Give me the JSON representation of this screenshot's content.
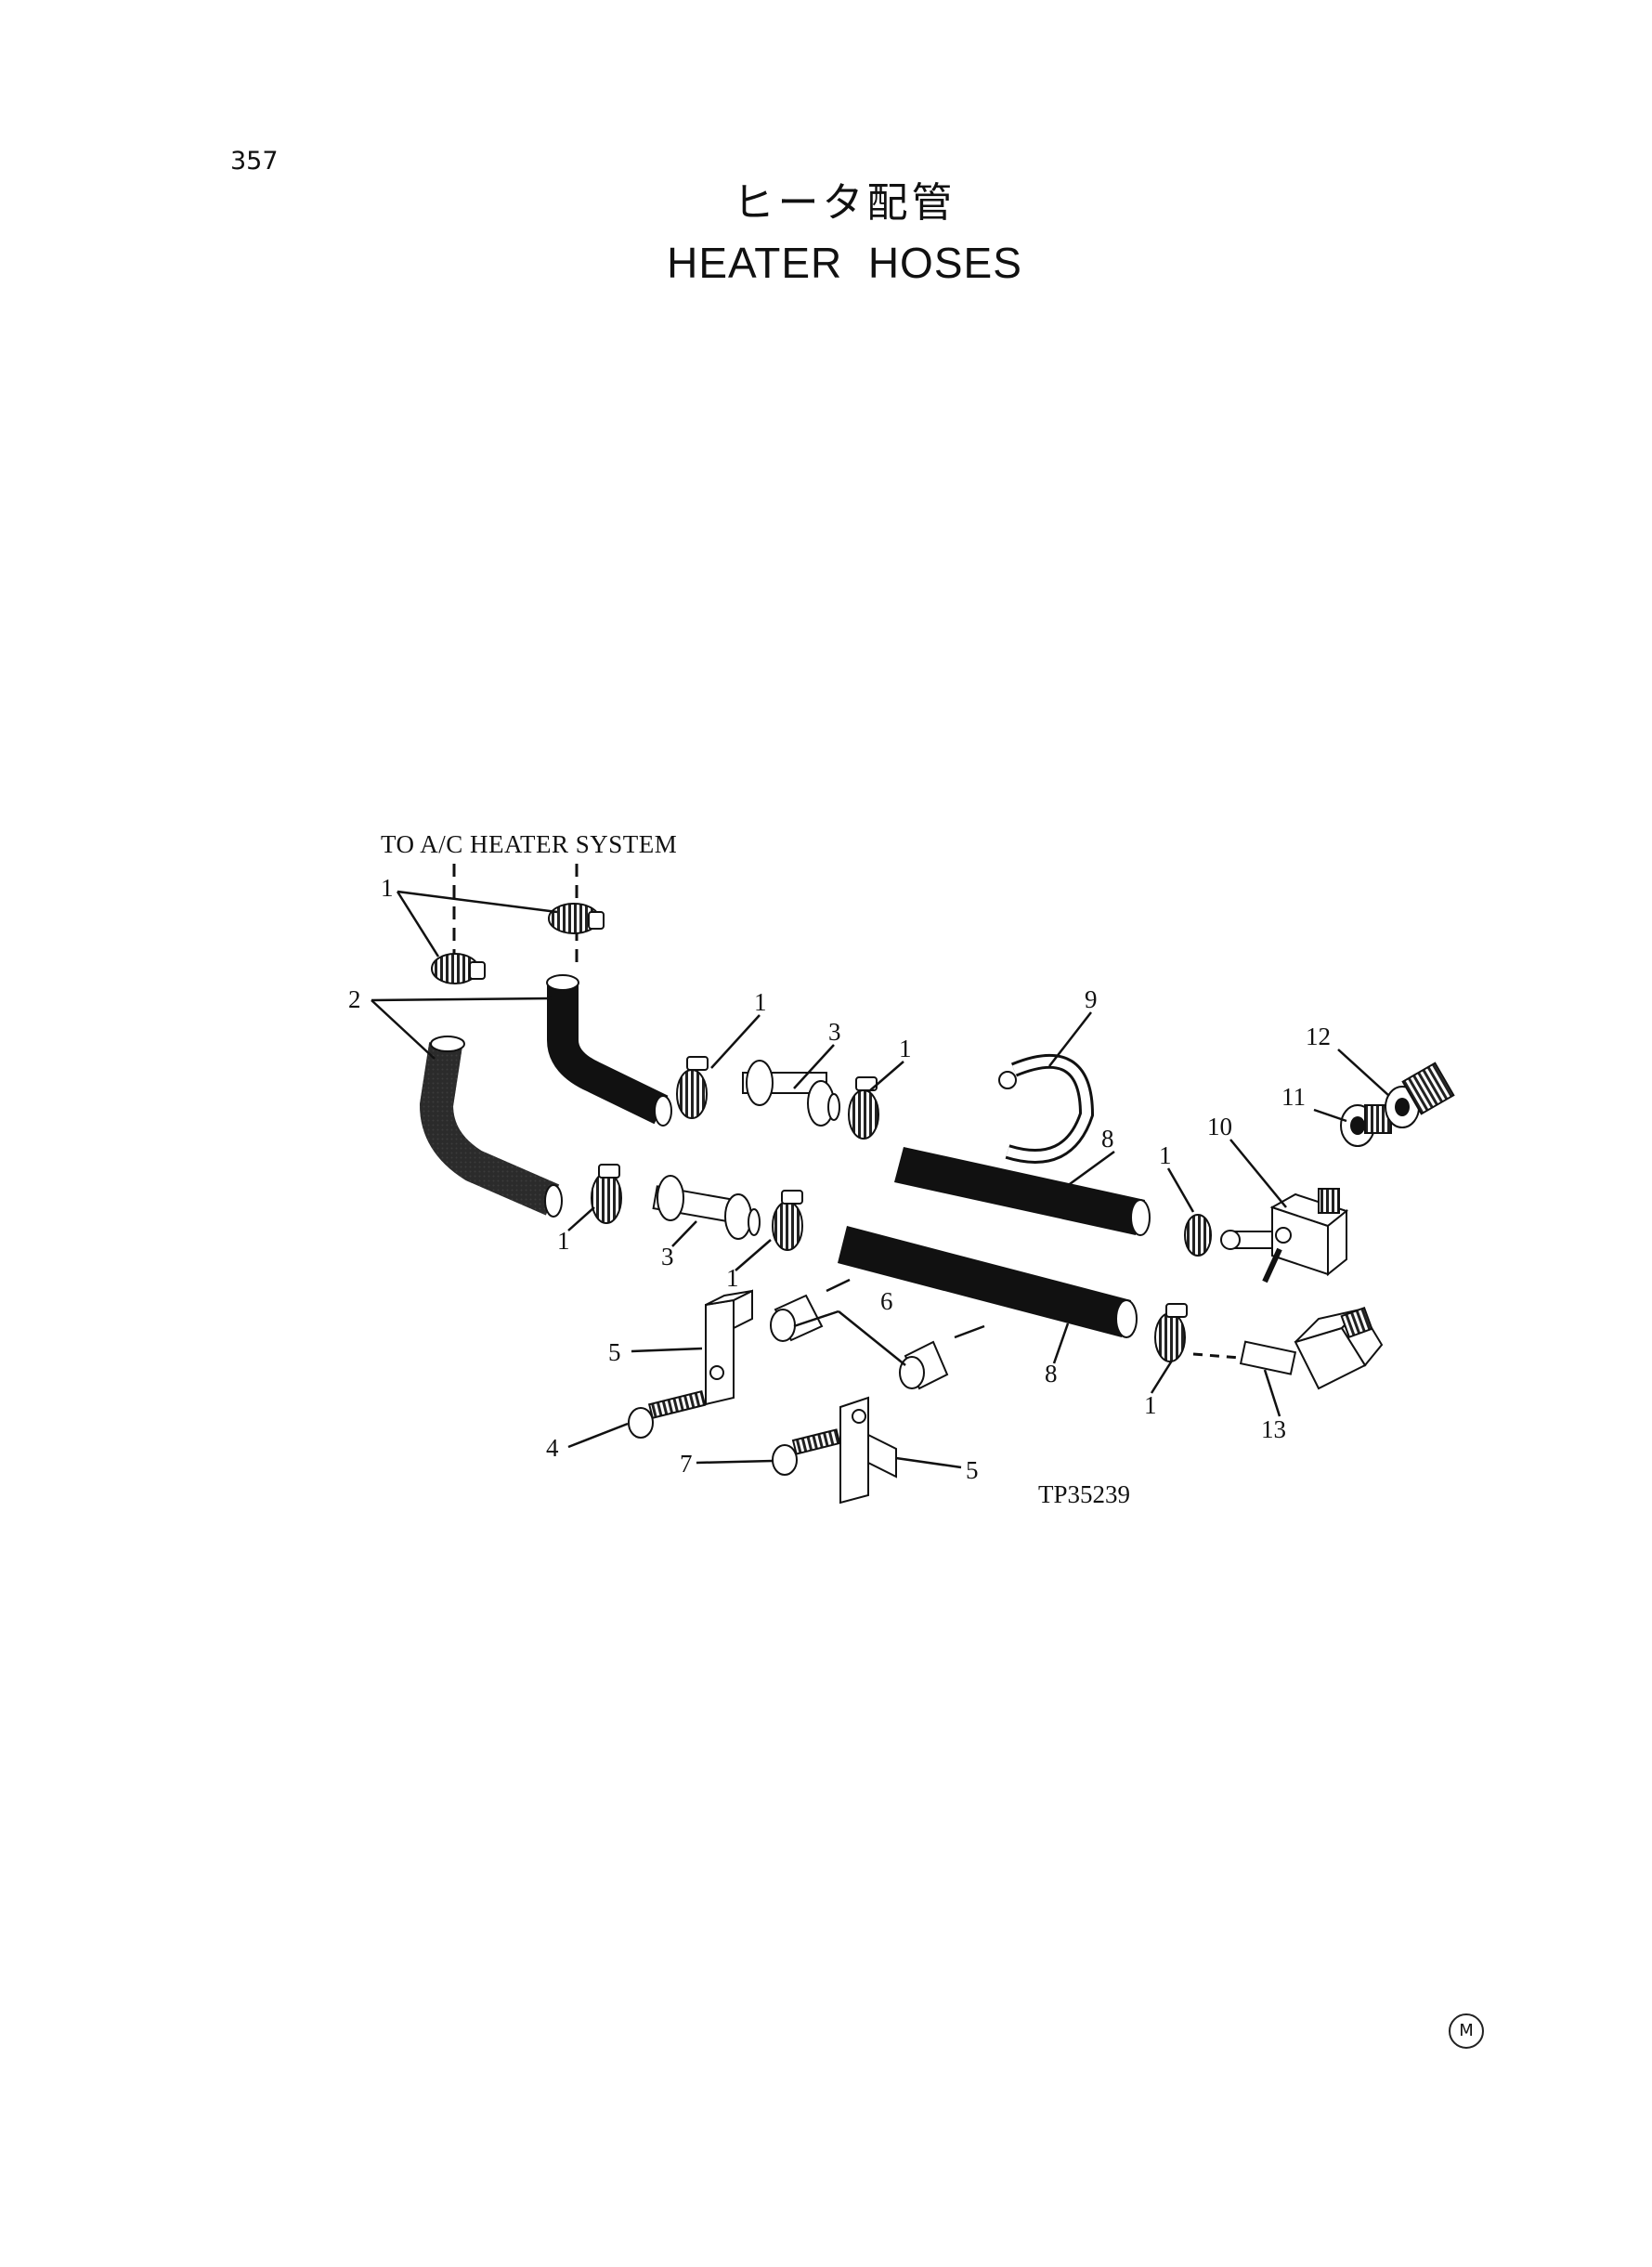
{
  "page": {
    "number": "357",
    "title_jp": "ヒータ配管",
    "title_en": "HEATER  HOSES",
    "mark": "M"
  },
  "diagram": {
    "heading": "TO A/C HEATER SYSTEM",
    "drawing_code": "TP35239",
    "callouts": [
      {
        "id": "c1a",
        "label": "1"
      },
      {
        "id": "c2",
        "label": "2"
      },
      {
        "id": "c1b",
        "label": "1"
      },
      {
        "id": "c3a",
        "label": "3"
      },
      {
        "id": "c1c",
        "label": "1"
      },
      {
        "id": "c9",
        "label": "9"
      },
      {
        "id": "c12",
        "label": "12"
      },
      {
        "id": "c11",
        "label": "11"
      },
      {
        "id": "c10",
        "label": "10"
      },
      {
        "id": "c8a",
        "label": "8"
      },
      {
        "id": "c1d",
        "label": "1"
      },
      {
        "id": "c1e",
        "label": "1"
      },
      {
        "id": "c3b",
        "label": "3"
      },
      {
        "id": "c1f",
        "label": "1"
      },
      {
        "id": "c6",
        "label": "6"
      },
      {
        "id": "c5a",
        "label": "5"
      },
      {
        "id": "c8b",
        "label": "8"
      },
      {
        "id": "c1g",
        "label": "1"
      },
      {
        "id": "c13",
        "label": "13"
      },
      {
        "id": "c4",
        "label": "4"
      },
      {
        "id": "c7",
        "label": "7"
      },
      {
        "id": "c5b",
        "label": "5"
      }
    ]
  }
}
